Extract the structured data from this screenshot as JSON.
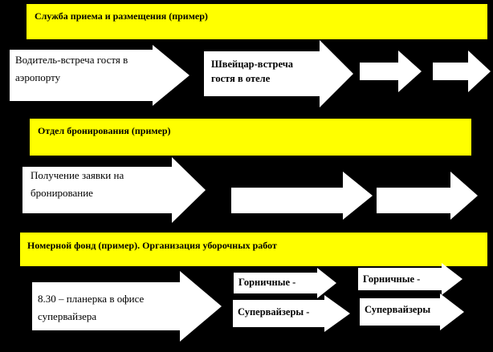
{
  "colors": {
    "background": "#000000",
    "band": "#ffff00",
    "arrow_fill": "#ffffff",
    "text": "#000000"
  },
  "sections": [
    {
      "title": "Служба приема и размещения (пример)",
      "steps": [
        {
          "lines": [
            "Водитель-встреча гостя в",
            "аэропорту"
          ]
        },
        {
          "lines": [
            "Швейцар-встреча",
            "гостя в отеле"
          ]
        },
        {
          "lines": []
        },
        {
          "lines": []
        }
      ]
    },
    {
      "title": "Отдел бронирования (пример)",
      "steps": [
        {
          "lines": [
            "Получение заявки на",
            "бронирование"
          ]
        },
        {
          "lines": []
        },
        {
          "lines": []
        }
      ]
    },
    {
      "title": "Номерной фонд (пример). Организация уборочных работ",
      "steps": [
        {
          "lines": [
            "8.30 – планерка в офисе",
            "супервайзера"
          ]
        },
        {
          "lines": [
            "Горничные -"
          ]
        },
        {
          "lines": [
            "Горничные -"
          ]
        },
        {
          "lines": [
            "Супервайзеры -"
          ]
        },
        {
          "lines": [
            "Супервайзеры"
          ]
        }
      ]
    }
  ]
}
